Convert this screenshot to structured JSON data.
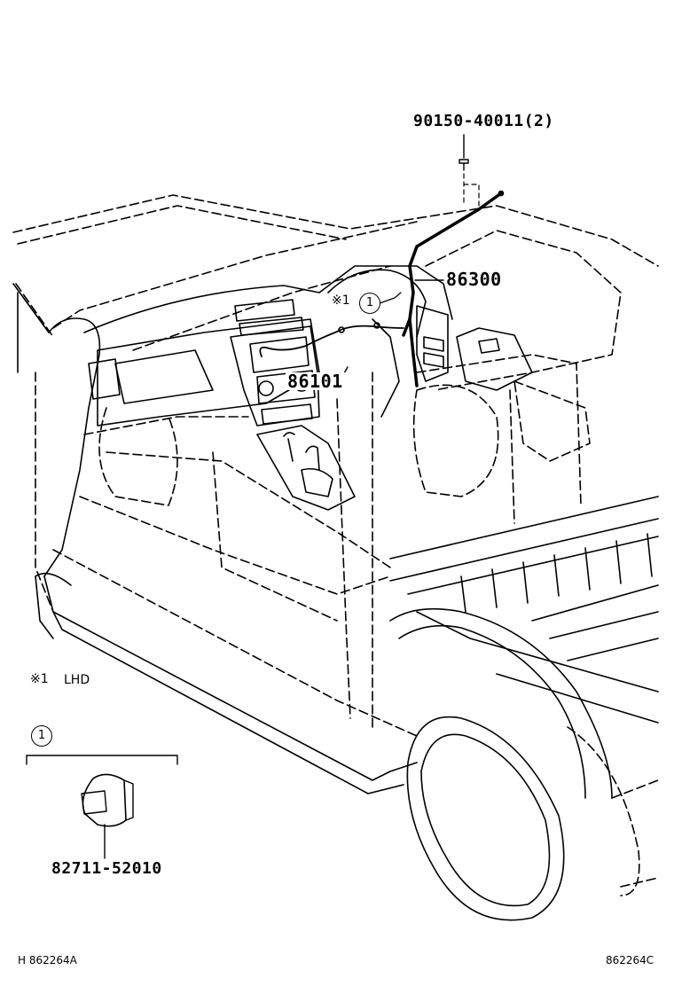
{
  "labels": {
    "bolt": "90150-40011(2)",
    "antenna_cord": "86300",
    "radio_receiver": "86101",
    "connector": "82711-52010",
    "note_symbol": "※1",
    "note_text": "LHD",
    "callout_num": "1",
    "ref_left": "H 862264A",
    "ref_right": "862264C"
  },
  "colors": {
    "line": "#000000",
    "background": "#ffffff"
  }
}
